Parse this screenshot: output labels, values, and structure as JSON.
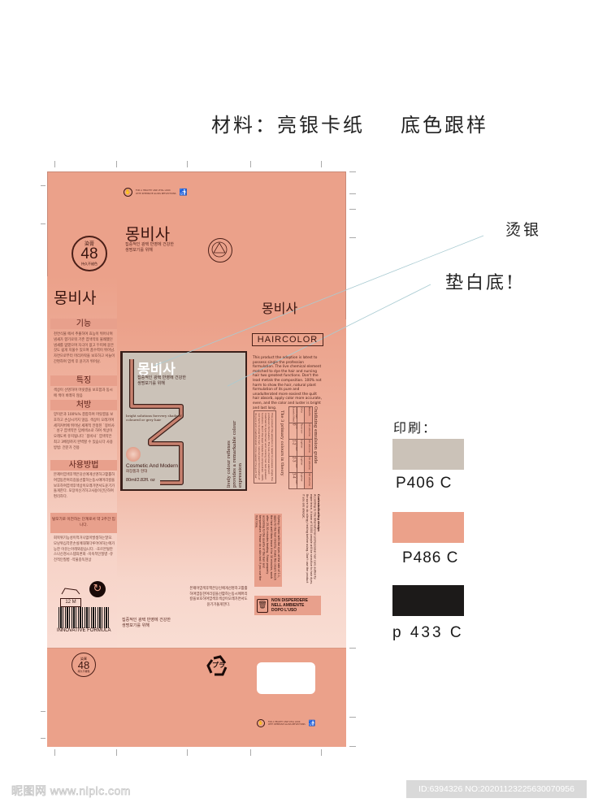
{
  "notes": {
    "material_label": "材料：亮银卡纸",
    "background_label": "底色跟样",
    "hot_stamp_silver": "烫银",
    "white_underlay": "垫白底!"
  },
  "package": {
    "top_flap": {
      "eco_text_line1": "FOR A HEALTHY AND VITAL LOOK",
      "eco_text_line2": "WITH INTENSIVE GLOSS REFLECTIONS",
      "badge": {
        "top": "染膏",
        "number": "48",
        "unit": "小时",
        "bottom": "持久不褪色"
      },
      "brand": "몽비사",
      "tagline_line1": "집중적인 광택 반영에 건강한",
      "tagline_line2": "생명보기를 위해"
    },
    "left_panel": {
      "brand": "몽비사",
      "sections": [
        {
          "title": "기능",
          "body": "천연식물 에서 추출하여 효능이 뛰어나며 냄새가 향기로워 기존 염색약의 불쾌했던 냄새를 없앴으며 자극이 없고 두피에 묻은 것도 쉽게 지울수 있으며 흡수력이 뛰어남. 자연으로부터 머리카락을 보호하고 서늘이 간편하며 염색 후 윤기가 뛰어남."
        },
        {
          "title": "특징",
          "body": "색상이 선명하며 머릿결을 보호함과 동시에 색이 바래지 않음"
        },
        {
          "title": "처방",
          "body": "양이온과 100%% 결합하여 머릿결을 보호하고 손상시키지 않음. 색상이 오래가며 세치커버에 뛰어남 세계적 안정된 `몽비사` 성구 염색약은 입체색소로 하여 색상이 오래도록 유지됩니다 `몽비사` 염색약은 최고 3배정까지 완벽할 수 있습니다 사용방법: 전문가 전용"
        },
        {
          "title": "사용방법",
          "body": "본제어염색후액은당신에게선명하고활홀하여염동한여리길을선활하는동시에머리칼을보호하여염색후색상이오래가면서도윤기가돌게한다. 포장이신기하고사용이간단하여편리하다."
        }
      ],
      "warning": "탈모기로 이전하는 단계로서 약 2주간 입니다.",
      "notes_body": "회복위기능성이적거나없이발생하는말모. 모낭위심각한손실에대해다루어야하는에가능한 이유는아래와같습니다. -호르몬탈란스나신경시스템의변화 -지속적인질병 -유전적인질병 -약물중독현상",
      "pao": "12 M",
      "barcode_caption": "INNOVATIVE FORMULA"
    },
    "front_label": {
      "brand": "몽비사",
      "tagline_line1": "집중적인 광택 반영에 건강한",
      "tagline_line2": "생명보기를 위해",
      "english_line": "bright solutions forevery shade of coloured or grey hair",
      "cosmetic": "Cosmetic And Modern",
      "cosmetic_kr": "화장품과 현대",
      "volume": "80ml/2.82fl. oz",
      "vertical_line1": "lively colour reflexes",
      "vertical_line2": "provides a remarkable colour expression"
    },
    "right_panel": {
      "brand": "몽비사",
      "haircolor": "HAIRCOLOR",
      "description": "This product the adoption is latest to possess single the profession formulation. The live chemical element matched to dye the hair and nursing hair two greatest functions. Don't the lead metals the composition. 100% not harm to show the hair, natural plant formulation of its pure and unadulterated more easiest the quilt hair absorb, apply color more accurate, even, and the color and luster is bright and last long.",
      "oxidizing_title": "Oxidizing emulsion guide",
      "primary_title": "The 3 primary colours in theory",
      "table_headers": [
        "Results",
        "10 volume",
        "20 volume",
        "30 volume",
        "40 volume"
      ],
      "table_rows": [
        [
          "Only coverage",
          "Tone-on-tone",
          "Lighter coverage",
          "Lighter coverage",
          "Lighter coverage"
        ],
        [
          "Levels lifted",
          "0",
          "1-2",
          "2-3",
          "3-4"
        ]
      ],
      "caution_title": "Contraindicating design",
      "caution_body": "According to the International professional hair care authority experience, it bear of 50000 people will be sensitive to hair dyes. Be sure to do allergy testing before using. Don't use the product if you are allergic.",
      "boxed_note": "Dyeing: Mixed with the dyes at the rate of 1:1, apply to the hair directly, make the cream touch the hair well then leave it for 30 minutes, wash after 25-30 minutes heating. Rinse properly according to the quality of the hair and temperature. Please do a skin test if you use the first time.",
      "side_korean": "본제어염색후액은당신에게선명하고활홀하여염동한여리길을선활하는동시에머리칼을보호하여염색후색상이오래가면서도윤기가돌게한다.",
      "bottom_tagline_line1": "집중적인 광택 반영에 건강한",
      "bottom_tagline_line2": "생명보기를 위해",
      "non_disperdere": [
        "NON DISPERDERE",
        "NELL AMBIENTE",
        "DOPO L'USO"
      ]
    },
    "bottom_flap": {
      "badge": {
        "top": "染膏",
        "number": "48",
        "unit": "小时",
        "bottom": "持久不褪色"
      },
      "recycle_mark": "プラ",
      "eco_text_line1": "FOR A HEALTHY AND VITAL LOOK",
      "eco_text_line2": "WITH INTENSIVE GLOSS REFLECTIONS"
    }
  },
  "swatches": {
    "title": "印刷：",
    "items": [
      {
        "label": "P406 C",
        "color": "#cbc2b8"
      },
      {
        "label": "P486 C",
        "color": "#eba18a"
      },
      {
        "label": "p 433 C",
        "color": "#1c1a19"
      }
    ]
  },
  "footer": {
    "logo": "昵图网 www.nipic.com",
    "id": "ID:6394326 NO:20201123225630070956"
  }
}
